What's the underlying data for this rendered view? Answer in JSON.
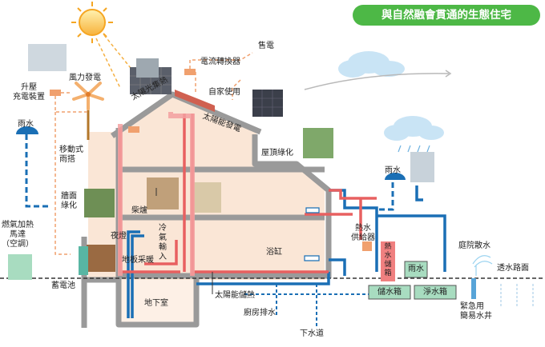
{
  "title": "與自然融會貫通的生態住宅",
  "labels": {
    "booster": "升壓\n充電裝置",
    "wind_power": "風力發電",
    "solar_collector": "太陽光集熱",
    "inverter": "電流轉換器",
    "sell_power": "售電",
    "home_use": "自家使用",
    "solar_power": "太陽能發電",
    "rain_left": "雨水",
    "rain_right": "雨水",
    "movable_canopy": "移動式\n雨搭",
    "roof_green": "屋頂綠化",
    "wall_green": "牆面\n綠化",
    "wood_stove": "柴爐",
    "gas_heater": "燃氣加熱\n馬達\n（空調）",
    "night_light": "夜燈",
    "cool_air": "冷氣輸入",
    "floor_heating": "地板采暖",
    "battery": "蓄電池",
    "basement": "地下室",
    "solar_storage": "太陽能儲熱",
    "kitchen_drain": "廚房排水",
    "sewer": "下水道",
    "bathtub": "浴缸",
    "hot_water_supply": "熱水\n供給器",
    "hot_water_tank": "熱水儲箱",
    "rain_tank": "雨水",
    "storage_tank": "儲水箱",
    "clean_tank": "淨水箱",
    "garden_sprinkler": "庭院散水",
    "permeable_road": "透水路面",
    "emergency_well": "緊急用\n簡易水井"
  },
  "colors": {
    "title_bg": "#4db846",
    "hot_pipe": "#e86060",
    "cold_pipe": "#1a6fb5",
    "wall": "#999999",
    "house_fill": "#fae6d6",
    "ground_line": "#333333",
    "tank_fill": "#a8dcc0",
    "sun": "#f5a623"
  },
  "icons": [
    "sun-icon",
    "cloud-icon",
    "rain-cloud-icon",
    "wind-turbine-icon",
    "solar-panel-icon",
    "umbrella-icon",
    "toilet-icon",
    "sprinkler-icon",
    "faucet-icon"
  ]
}
